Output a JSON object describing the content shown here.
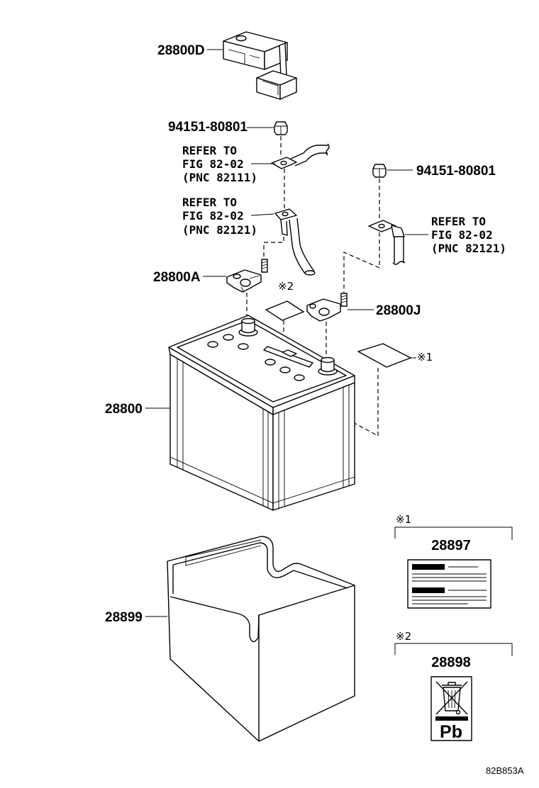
{
  "parts": {
    "cover": "28800D",
    "nut_left": "94151-80801",
    "nut_right": "94151-80801",
    "terminal_a": "28800A",
    "terminal_j": "28800J",
    "battery": "28800",
    "tray": "28899"
  },
  "references": {
    "upper": {
      "line1": "REFER TO",
      "line2": "FIG 82-02",
      "line3": "(PNC 82111)"
    },
    "middle": {
      "line1": "REFER TO",
      "line2": "FIG 82-02",
      "line3": "(PNC 82121)"
    },
    "right": {
      "line1": "REFER TO",
      "line2": "FIG 82-02",
      "line3": "(PNC 82121)"
    }
  },
  "callouts": {
    "label_small": "※2",
    "label_large": "※1"
  },
  "legend": {
    "note1": {
      "marker": "※1",
      "part": "28897"
    },
    "note2": {
      "marker": "※2",
      "part": "28898",
      "symbol_text": "Pb"
    }
  },
  "icons": {
    "recycling_symbol": "crossed-bin-icon"
  },
  "figure_id": "82B853A"
}
